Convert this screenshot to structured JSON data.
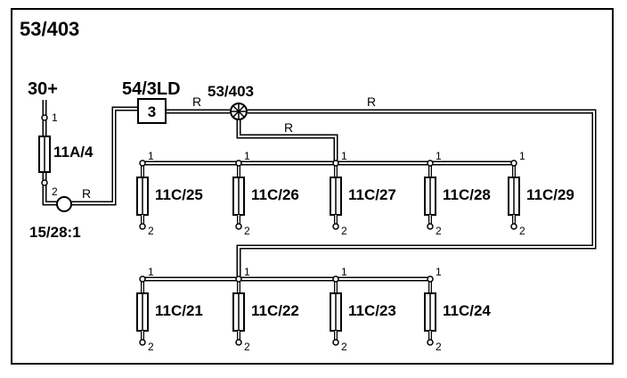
{
  "diagram": {
    "title": "53/403",
    "power_label": "30+",
    "fuse_label": "11A/4",
    "ground_label": "15/28:1",
    "relay_label": "54/3LD",
    "relay_pin": "3",
    "junction_label": "53/403",
    "wire_color": "R",
    "pin1": "1",
    "pin2": "2",
    "upper_row": [
      "11C/25",
      "11C/26",
      "11C/27",
      "11C/28",
      "11C/29"
    ],
    "lower_row": [
      "11C/21",
      "11C/22",
      "11C/23",
      "11C/24"
    ]
  }
}
